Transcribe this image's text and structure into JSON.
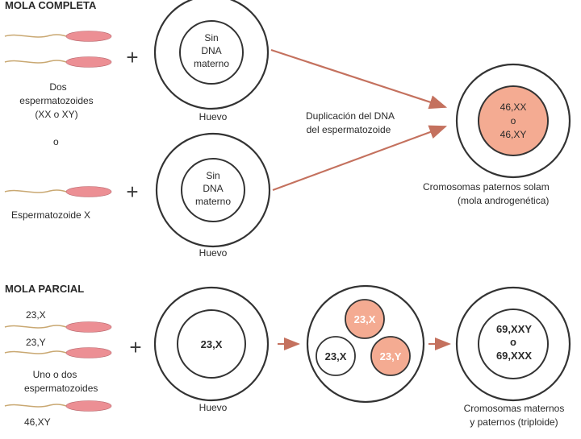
{
  "sections": {
    "complete": {
      "title": "MOLA COMPLETA",
      "two_sperm_label": [
        "Dos",
        "espermatozoides",
        "(XX o XY)"
      ],
      "or_label": "o",
      "sperm_x_label": "Espermatozoide X",
      "plus": "+",
      "egg_top_inner": [
        "Sin",
        "DNA",
        "materno"
      ],
      "egg_top_label": "Huevo",
      "egg_bottom_inner": [
        "Sin",
        "DNA",
        "materno"
      ],
      "egg_bottom_label": "Huevo",
      "duplication_label": [
        "Duplicación del DNA",
        "del espermatozoide"
      ],
      "result_inner": [
        "46,XX",
        "o",
        "46,XY"
      ],
      "result_label": [
        "Cromosomas paternos solam",
        "(mola androgenética)"
      ]
    },
    "partial": {
      "title": "MOLA PARCIAL",
      "sperm_labels": [
        "23,X",
        "23,Y"
      ],
      "sperm_group_label": [
        "Uno o dos",
        "espermatozoides"
      ],
      "sperm_46_label": "46,XY",
      "plus": "+",
      "egg_inner": "23,X",
      "egg_label": "Huevo",
      "fertilized": {
        "top": "23,X",
        "left": "23,X",
        "right": "23,Y"
      },
      "result_inner": [
        "69,XXY",
        "o",
        "69,XXX"
      ],
      "result_label": [
        "Cromosomas maternos",
        "y paternos (triploide)"
      ]
    }
  },
  "colors": {
    "sperm_head": "#ec8f94",
    "sperm_tail": "#c9a872",
    "nucleus_fill": "#f4ab92",
    "arrow": "#c4715e",
    "outline": "#333333"
  },
  "icons": [
    "sperm-icon",
    "egg-cell-icon",
    "arrow-icon"
  ]
}
